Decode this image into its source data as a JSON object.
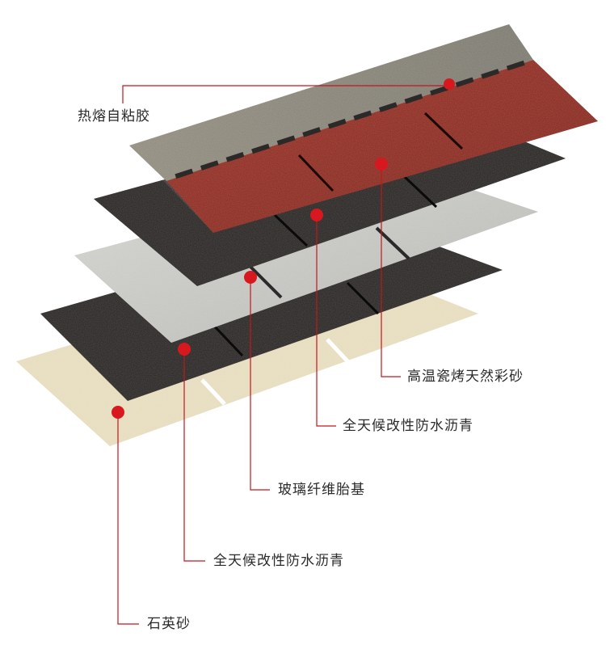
{
  "labels": {
    "adhesive": "热熔自粘胶",
    "sand_top": "高温瓷烤天然彩砂",
    "asphalt_upper": "全天候改性防水沥青",
    "fiberglass": "玻璃纤维胎基",
    "asphalt_lower": "全天候改性防水沥青",
    "quartz": "石英砂"
  },
  "colors": {
    "leader_line": "#c4161c",
    "marker": "#d7191f",
    "granule_red": "#8e2a1f",
    "granule_gray": "#8a8577",
    "asphalt_black": "#262321",
    "fiberglass_gray": "#c4c4c0",
    "quartz_sand": "#e6dcbd"
  }
}
